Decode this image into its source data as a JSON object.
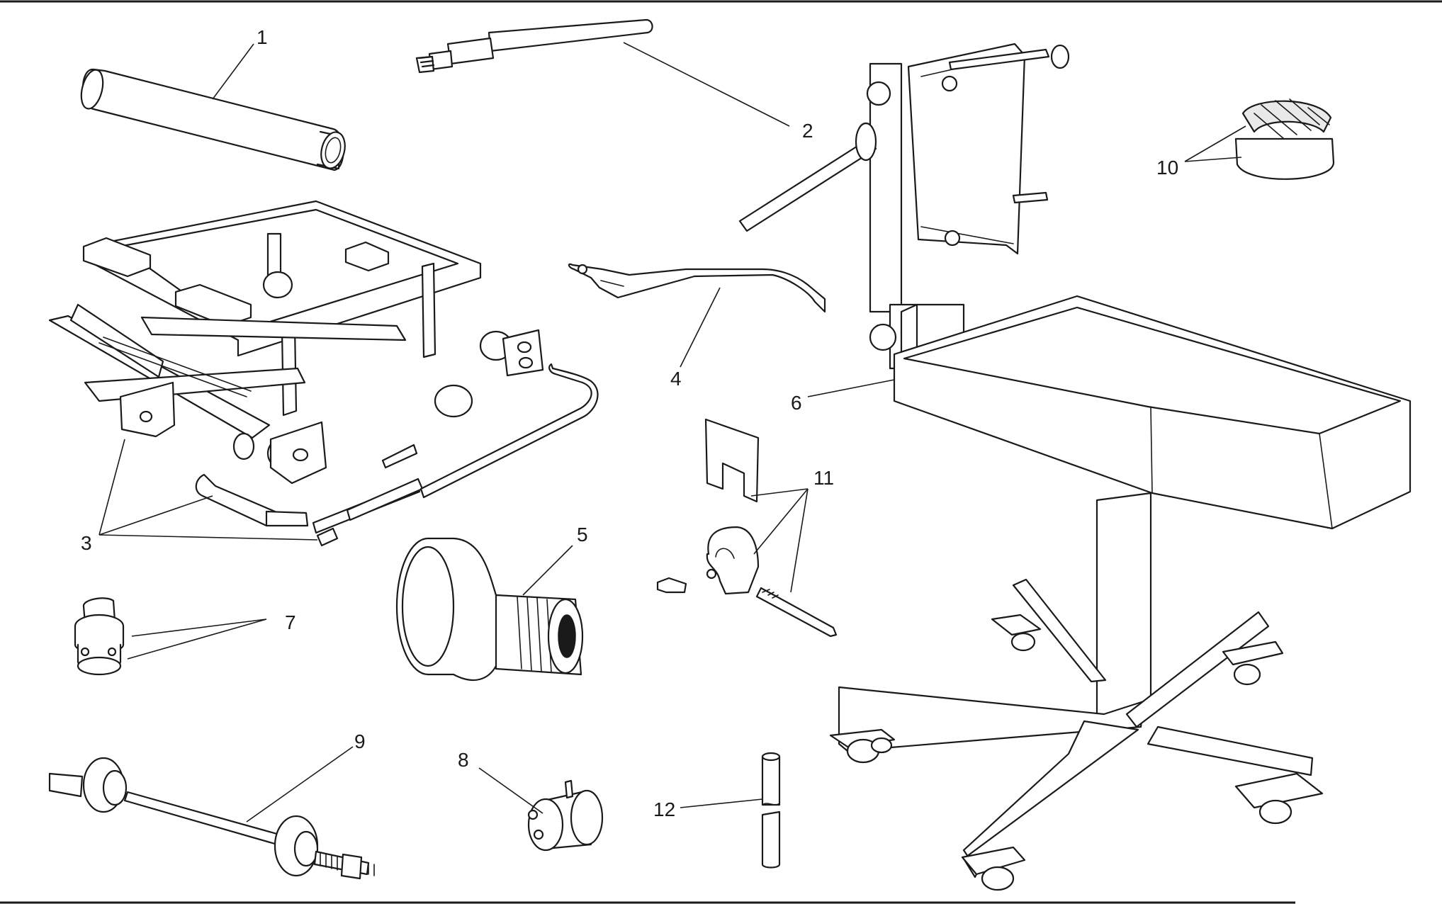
{
  "callouts": [
    "1",
    "2",
    "3",
    "4",
    "5",
    "6",
    "7",
    "8",
    "9",
    "10",
    "11",
    "12"
  ],
  "colors": {
    "line": "#1a1a1a",
    "background": "#ffffff",
    "shade": "#e9e9e9"
  }
}
